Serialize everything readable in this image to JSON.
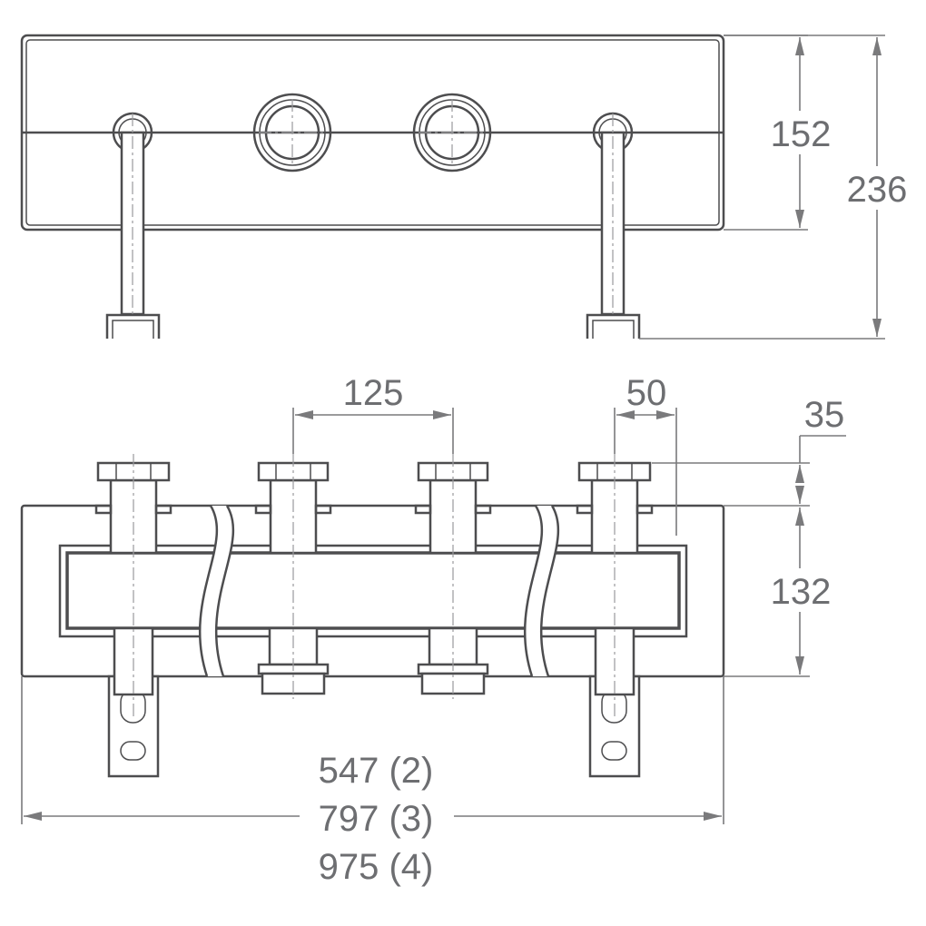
{
  "drawing": {
    "top_view": {
      "dim_height_inner": "152",
      "dim_height_total": "236"
    },
    "front_view": {
      "dim_pitch_center": "125",
      "dim_pitch_edge": "50",
      "dim_nut_height": "35",
      "dim_body_height": "132",
      "length_2": "547 (2)",
      "length_3": "797 (3)",
      "length_4": "975 (4)"
    },
    "colors": {
      "line": "#4d4d4f",
      "dimension": "#7a7a7c",
      "text": "#6d6e71"
    }
  }
}
